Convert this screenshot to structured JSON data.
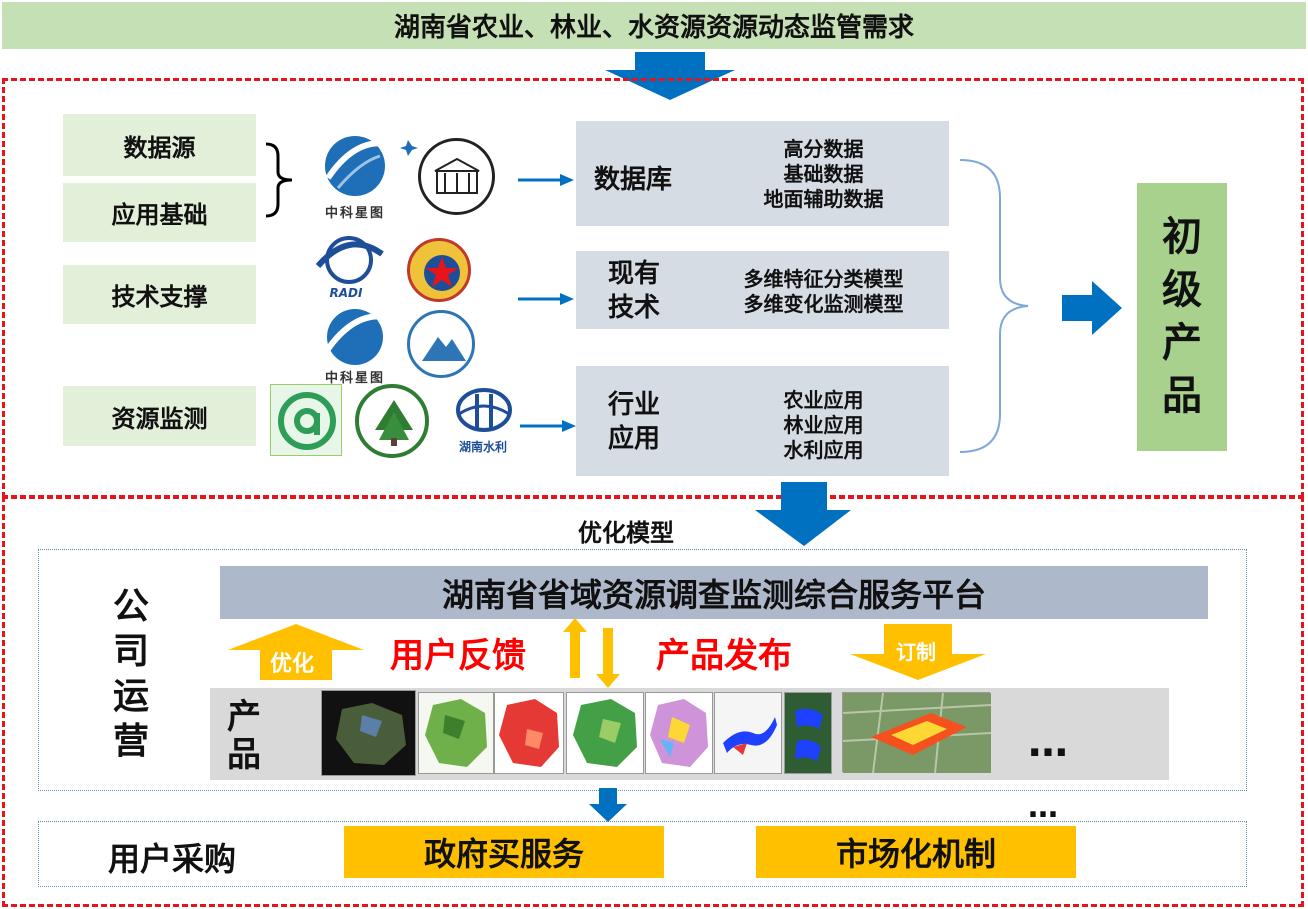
{
  "top_title": "湖南省农业、林业、水资源资源动态监管需求",
  "left_labels": {
    "data_source": "数据源",
    "app_foundation": "应用基础",
    "tech_support": "技术支撑",
    "resource_monitor": "资源监测"
  },
  "logos": {
    "zhongke_caption": "中科星图",
    "radi_caption": "RADI",
    "hunan_water_caption": "湖南水利"
  },
  "database": {
    "label": "数据库",
    "lines": [
      "高分数据",
      "基础数据",
      "地面辅助数据"
    ]
  },
  "tech": {
    "label_lines": [
      "现有",
      "技术"
    ],
    "lines": [
      "多维特征分类模型",
      "多维变化监测模型"
    ]
  },
  "industry": {
    "label_lines": [
      "行业",
      "应用"
    ],
    "lines": [
      "农业应用",
      "林业应用",
      "水利应用"
    ]
  },
  "primary_product": [
    "初",
    "级",
    "产",
    "品"
  ],
  "optimize_model": "优化模型",
  "company_ops": [
    "公",
    "司",
    "运",
    "营"
  ],
  "platform_title": "湖南省省域资源调查监测综合服务平台",
  "optimize_arrow": "优化",
  "user_feedback": "用户反馈",
  "product_release": "产品发布",
  "customize_arrow": "订制",
  "products_label": [
    "产",
    "品"
  ],
  "ellipsis_1": "…",
  "ellipsis_2": "…",
  "user_purchase": "用户采购",
  "gov_service": "政府买服务",
  "market_mechanism": "市场化机制",
  "colors": {
    "red_dash": "#e8141b",
    "blue_arrow": "#0070c0",
    "green_band": "#c5e0b4",
    "green_box": "#a9d18e",
    "gray_box": "#d6dce4",
    "platform_bar": "#adb9ca",
    "yellow": "#ffc000",
    "red_text": "#ff0000"
  }
}
